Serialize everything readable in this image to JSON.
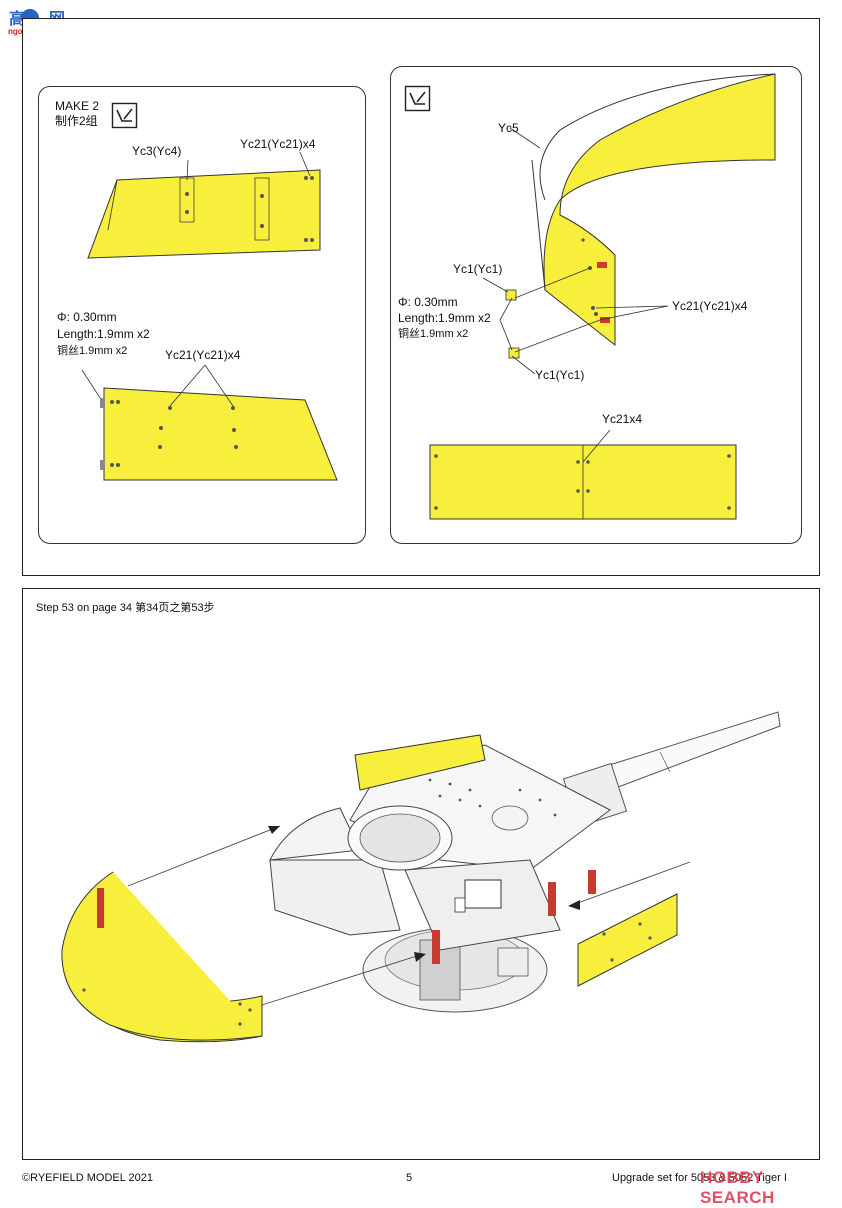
{
  "site_logo": {
    "title": "高玩网",
    "url": "ngo-shou.com"
  },
  "top_left_panel": {
    "make": "MAKE 2",
    "make_cn": "制作2组",
    "label_yc3": "Yc3(Yc4)",
    "label_yc21_top": "Yc21(Yc21)x4",
    "wire_phi": "Φ: 0.30mm",
    "wire_length": "Length:1.9mm x2",
    "wire_cn": "铜丝1.9mm x2",
    "label_yc21_bottom": "Yc21(Yc21)x4"
  },
  "top_right_panel": {
    "label_yc5": "Yc5",
    "label_yc1_top": "Yc1(Yc1)",
    "wire_phi": "Φ: 0.30mm",
    "wire_length": "Length:1.9mm x2",
    "wire_cn": "铜丝1.9mm x2",
    "label_yc21_right": "Yc21(Yc21)x4",
    "label_yc1_bottom": "Yc1(Yc1)",
    "label_yc21x4": "Yc21x4"
  },
  "step": {
    "heading": "Step 53 on page 34  第34页之第53步"
  },
  "footer": {
    "copyright": "©RYEFIELD MODEL 2021",
    "page_number": "5",
    "product": "Upgrade set for 5053 & 5052 Tiger I"
  },
  "watermark": "HOBBY SEARCH",
  "colors": {
    "part_yellow": "#f7ef3c",
    "detail_red": "#c73a2c",
    "line": "#333333"
  }
}
